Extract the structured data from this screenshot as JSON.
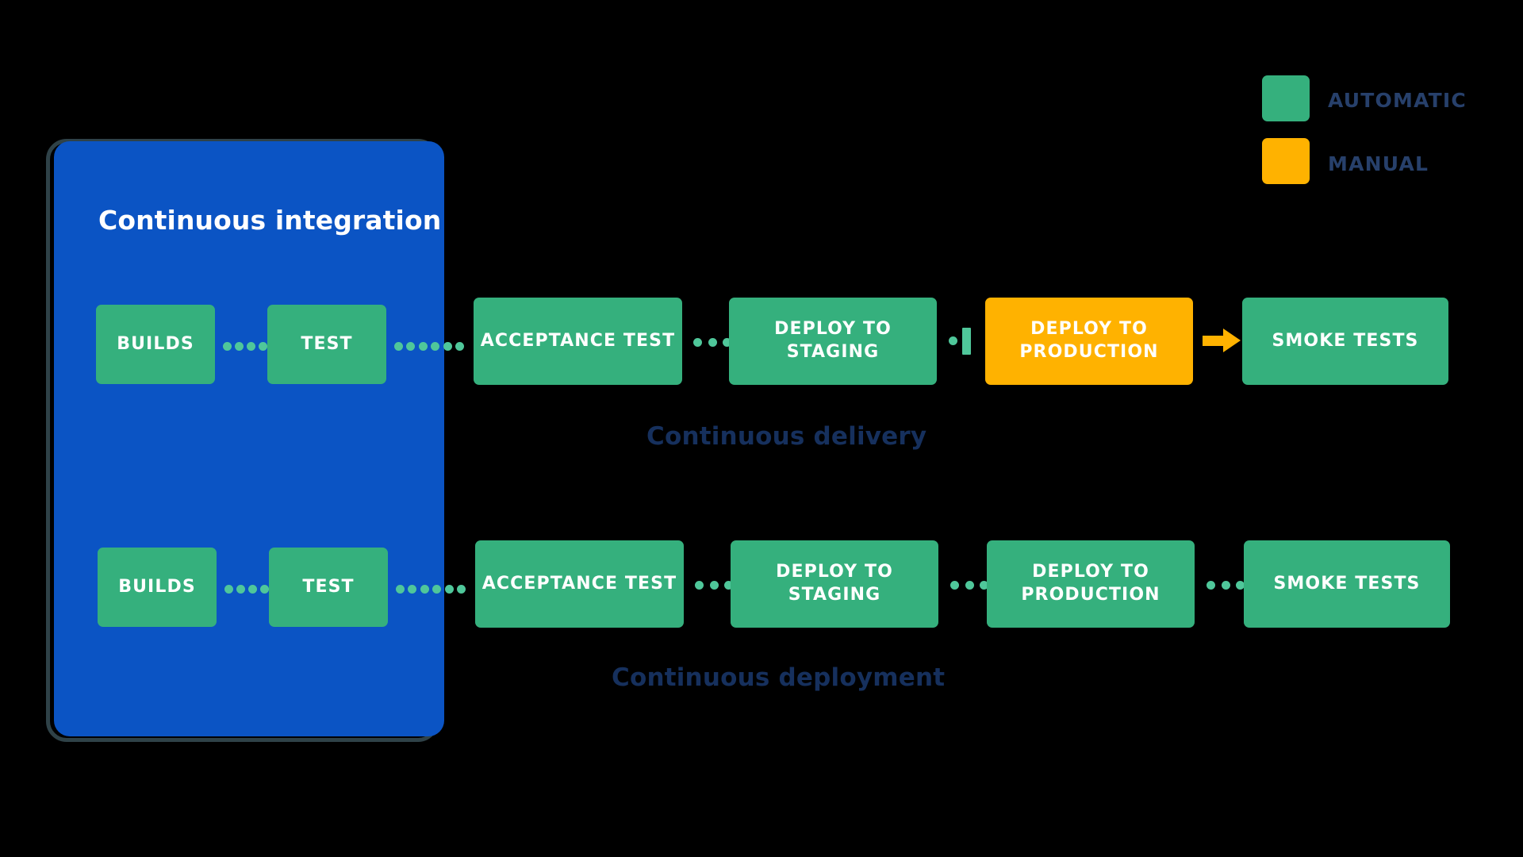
{
  "diagram": {
    "title_ci": "Continuous integration",
    "caption_delivery": "Continuous delivery",
    "caption_deployment": "Continuous deployment"
  },
  "colors": {
    "background": "#000000",
    "ci_panel": "#0b54c4",
    "ci_border": "#2f4248",
    "automatic_green": "#35b07d",
    "manual_orange": "#ffb200",
    "dot_green": "#4fc79a",
    "caption_navy": "#16305d",
    "legend_text_navy": "#27406b",
    "stage_text": "#ffffff"
  },
  "legend": {
    "items": [
      {
        "label": "AUTOMATIC",
        "color": "#35b07d",
        "swatch_name": "legend-swatch-automatic"
      },
      {
        "label": "MANUAL",
        "color": "#ffb200",
        "swatch_name": "legend-swatch-manual"
      }
    ]
  },
  "rows": [
    {
      "name": "continuous-delivery",
      "caption": "Continuous delivery",
      "stages": [
        {
          "label": "BUILDS",
          "type": "automatic",
          "inside_ci": true
        },
        {
          "label": "TEST",
          "type": "automatic",
          "inside_ci": true
        },
        {
          "label": "ACCEPTANCE TEST",
          "type": "automatic",
          "inside_ci": false
        },
        {
          "label": "DEPLOY TO STAGING",
          "type": "automatic",
          "inside_ci": false
        },
        {
          "label": "DEPLOY TO PRODUCTION",
          "type": "manual",
          "inside_ci": false
        },
        {
          "label": "SMOKE TESTS",
          "type": "automatic",
          "inside_ci": false
        }
      ],
      "connectors": [
        {
          "from": "BUILDS",
          "to": "TEST",
          "style": "dotted"
        },
        {
          "from": "TEST",
          "to": "ACCEPTANCE TEST",
          "style": "dotted"
        },
        {
          "from": "ACCEPTANCE TEST",
          "to": "DEPLOY TO STAGING",
          "style": "dotted"
        },
        {
          "from": "DEPLOY TO STAGING",
          "to": "DEPLOY TO PRODUCTION",
          "style": "manual-gate"
        },
        {
          "from": "DEPLOY TO PRODUCTION",
          "to": "SMOKE TESTS",
          "style": "arrow"
        }
      ]
    },
    {
      "name": "continuous-deployment",
      "caption": "Continuous deployment",
      "stages": [
        {
          "label": "BUILDS",
          "type": "automatic",
          "inside_ci": true
        },
        {
          "label": "TEST",
          "type": "automatic",
          "inside_ci": true
        },
        {
          "label": "ACCEPTANCE TEST",
          "type": "automatic",
          "inside_ci": false
        },
        {
          "label": "DEPLOY TO STAGING",
          "type": "automatic",
          "inside_ci": false
        },
        {
          "label": "DEPLOY TO PRODUCTION",
          "type": "automatic",
          "inside_ci": false
        },
        {
          "label": "SMOKE TESTS",
          "type": "automatic",
          "inside_ci": false
        }
      ],
      "connectors": [
        {
          "from": "BUILDS",
          "to": "TEST",
          "style": "dotted"
        },
        {
          "from": "TEST",
          "to": "ACCEPTANCE TEST",
          "style": "dotted"
        },
        {
          "from": "ACCEPTANCE TEST",
          "to": "DEPLOY TO STAGING",
          "style": "dotted"
        },
        {
          "from": "DEPLOY TO STAGING",
          "to": "DEPLOY TO PRODUCTION",
          "style": "dotted"
        },
        {
          "from": "DEPLOY TO PRODUCTION",
          "to": "SMOKE TESTS",
          "style": "dotted"
        }
      ]
    }
  ]
}
